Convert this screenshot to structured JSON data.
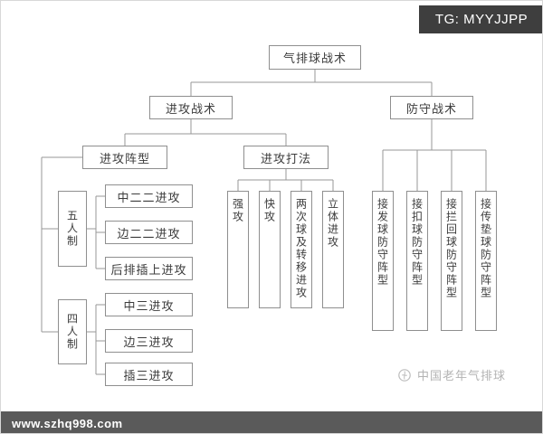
{
  "header": {
    "tg_label": "TG: MYYJJPP"
  },
  "footer": {
    "website": "www.szhq998.com"
  },
  "watermark": {
    "text": "中国老年气排球",
    "logo": "flower-logo-icon"
  },
  "tree": {
    "root": "气排球战术",
    "offense": "进攻战术",
    "defense": "防守战术",
    "formation": "进攻阵型",
    "methods": "进攻打法",
    "five_person": "五人制",
    "four_person": "四人制",
    "five_person_items": [
      "中二二进攻",
      "边二二进攻",
      "后排插上进攻"
    ],
    "four_person_items": [
      "中三进攻",
      "边三进攻",
      "插三进攻"
    ],
    "method_items": [
      "强攻",
      "快攻",
      "两次球及转移进攻",
      "立体进攻"
    ],
    "defense_items": [
      "接发球防守阵型",
      "接扣球防守阵型",
      "接拦回球防守阵型",
      "接传垫球防守阵型"
    ],
    "line_color": "#979797"
  }
}
